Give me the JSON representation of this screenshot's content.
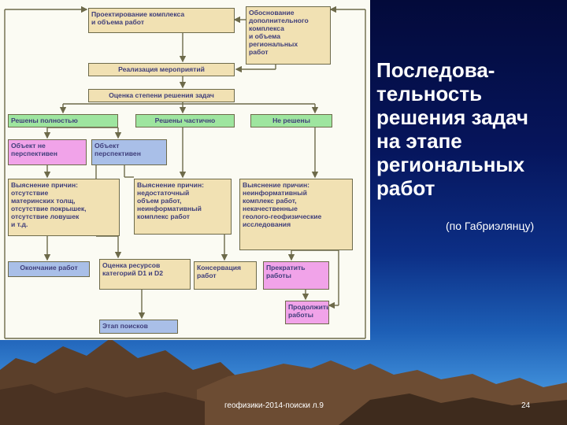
{
  "slide": {
    "title": "Последова-\nтельность\nрешения задач\nна этапе\nрегиональных\nработ",
    "author_note": "(по Габриэлянцу)",
    "footer": "геофизики-2014-поиски л.9",
    "page_number": "24"
  },
  "diagram": {
    "nodes": {
      "design": "Проектирование комплекса\nи объема работ",
      "justify": "Обоснование\nдополнительного\nкомплекса\nи объема\nрегиональных\nработ",
      "implement": "Реализация мероприятий",
      "evaluate": "Оценка степени решения задач",
      "solved_full": "Решены полностью",
      "solved_partial": "Решены частично",
      "not_solved": "Не решены",
      "object_not_promising": "Объект не\nперспективен",
      "object_promising": "Объект\nперспективен",
      "reasons_1": "Выяснение причин:\nотсутствие\nматеринских толщ,\nотсутствие покрышек,\nотсутствие ловушек\nи т.д.",
      "reasons_2": "Выяснение причин:\nнедостаточный\nобъем работ,\nнеинформативный\nкомплекс работ",
      "reasons_3": "Выяснение причин:\nнеинформативный\nкомплекс работ,\nнекачественные\nгеолого-геофизические\nисследования",
      "end_works": "Окончание работ",
      "resource_estimate": "Оценка ресурсов\nкатегорий D1 и D2",
      "conservation": "Консервация\nработ",
      "stop_works": "Прекратить\nработы",
      "continue_works": "Продолжить\nработы",
      "search_stage": "Этап поисков"
    }
  },
  "colors": {
    "tan": "#f1e1b3",
    "green": "#9ee59f",
    "pink": "#f1a3e9",
    "blue": "#a9bfe8",
    "arrow": "#6d6a4a",
    "text": "#3f3e7a"
  }
}
